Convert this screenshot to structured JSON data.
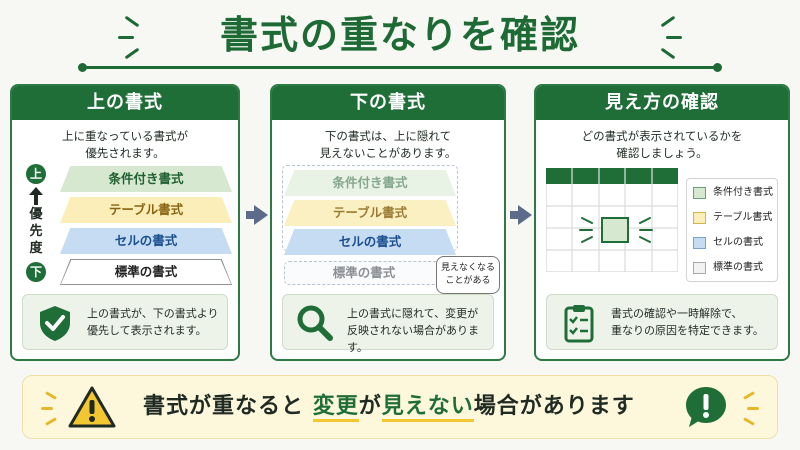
{
  "title": "書式の重なりを確認",
  "panels": [
    {
      "heading": "上の書式",
      "desc_1": "上に重なっている書式が",
      "desc_2": "優先されます。",
      "priority_top": "上",
      "priority_label_1": "優",
      "priority_label_2": "先",
      "priority_label_3": "度",
      "priority_bottom": "下",
      "layers": [
        "条件付き書式",
        "テーブル書式",
        "セルの書式",
        "標準の書式"
      ],
      "note_1": "上の書式が、下の書式より",
      "note_2": "優先して表示されます。",
      "note_icon": "shield-check-icon"
    },
    {
      "heading": "下の書式",
      "desc_1": "下の書式は、上に隠れて",
      "desc_2": "見えないことがあります。",
      "layers": [
        "条件付き書式",
        "テーブル書式",
        "セルの書式",
        "標準の書式"
      ],
      "bubble_1": "見えなくなる",
      "bubble_2": "ことがある",
      "note_1": "上の書式に隠れて、変更が",
      "note_2": "反映されない場合があります。",
      "note_icon": "magnifier-icon"
    },
    {
      "heading": "見え方の確認",
      "desc_1": "どの書式が表示されているかを",
      "desc_2": "確認しましょう。",
      "legend": [
        "条件付き書式",
        "テーブル書式",
        "セルの書式",
        "標準の書式"
      ],
      "note_1": "書式の確認や一時解除で、",
      "note_2": "重なりの原因を特定できます。",
      "note_icon": "clipboard-checklist-icon"
    }
  ],
  "bottom": {
    "text_1": "書式が重なると",
    "highlight_1": "変更",
    "text_2": "が",
    "highlight_2": "見えない",
    "text_3": "場合があります",
    "left_icon": "warning-triangle-icon",
    "right_icon": "exclamation-bubble-icon"
  },
  "colors": {
    "brand_green": "#1f6e38",
    "conditional": "#d6e8cf",
    "table": "#fbeeb8",
    "cell": "#c6dcf3",
    "standard": "#ffffff",
    "warning": "#f2c731"
  }
}
